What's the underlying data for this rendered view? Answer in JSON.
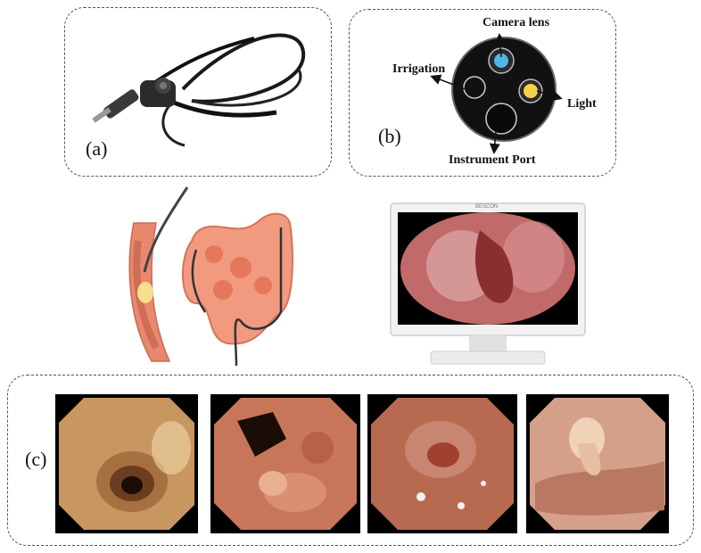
{
  "panel_a": {
    "label": "(a)"
  },
  "panel_b": {
    "label": "(b)",
    "tip": {
      "camera": "Camera lens",
      "irrigation": "Irrigation",
      "light": "Light",
      "instrument": "Instrument Port"
    }
  },
  "monitor": {
    "brand": "BESCON"
  },
  "panel_c": {
    "label": "(c)"
  },
  "colors": {
    "tip_face": "#111111",
    "camera_lens": "#4fb6e8",
    "light": "#f4d34a",
    "mucosa": "#c8765a",
    "colon": "#e8886e"
  }
}
